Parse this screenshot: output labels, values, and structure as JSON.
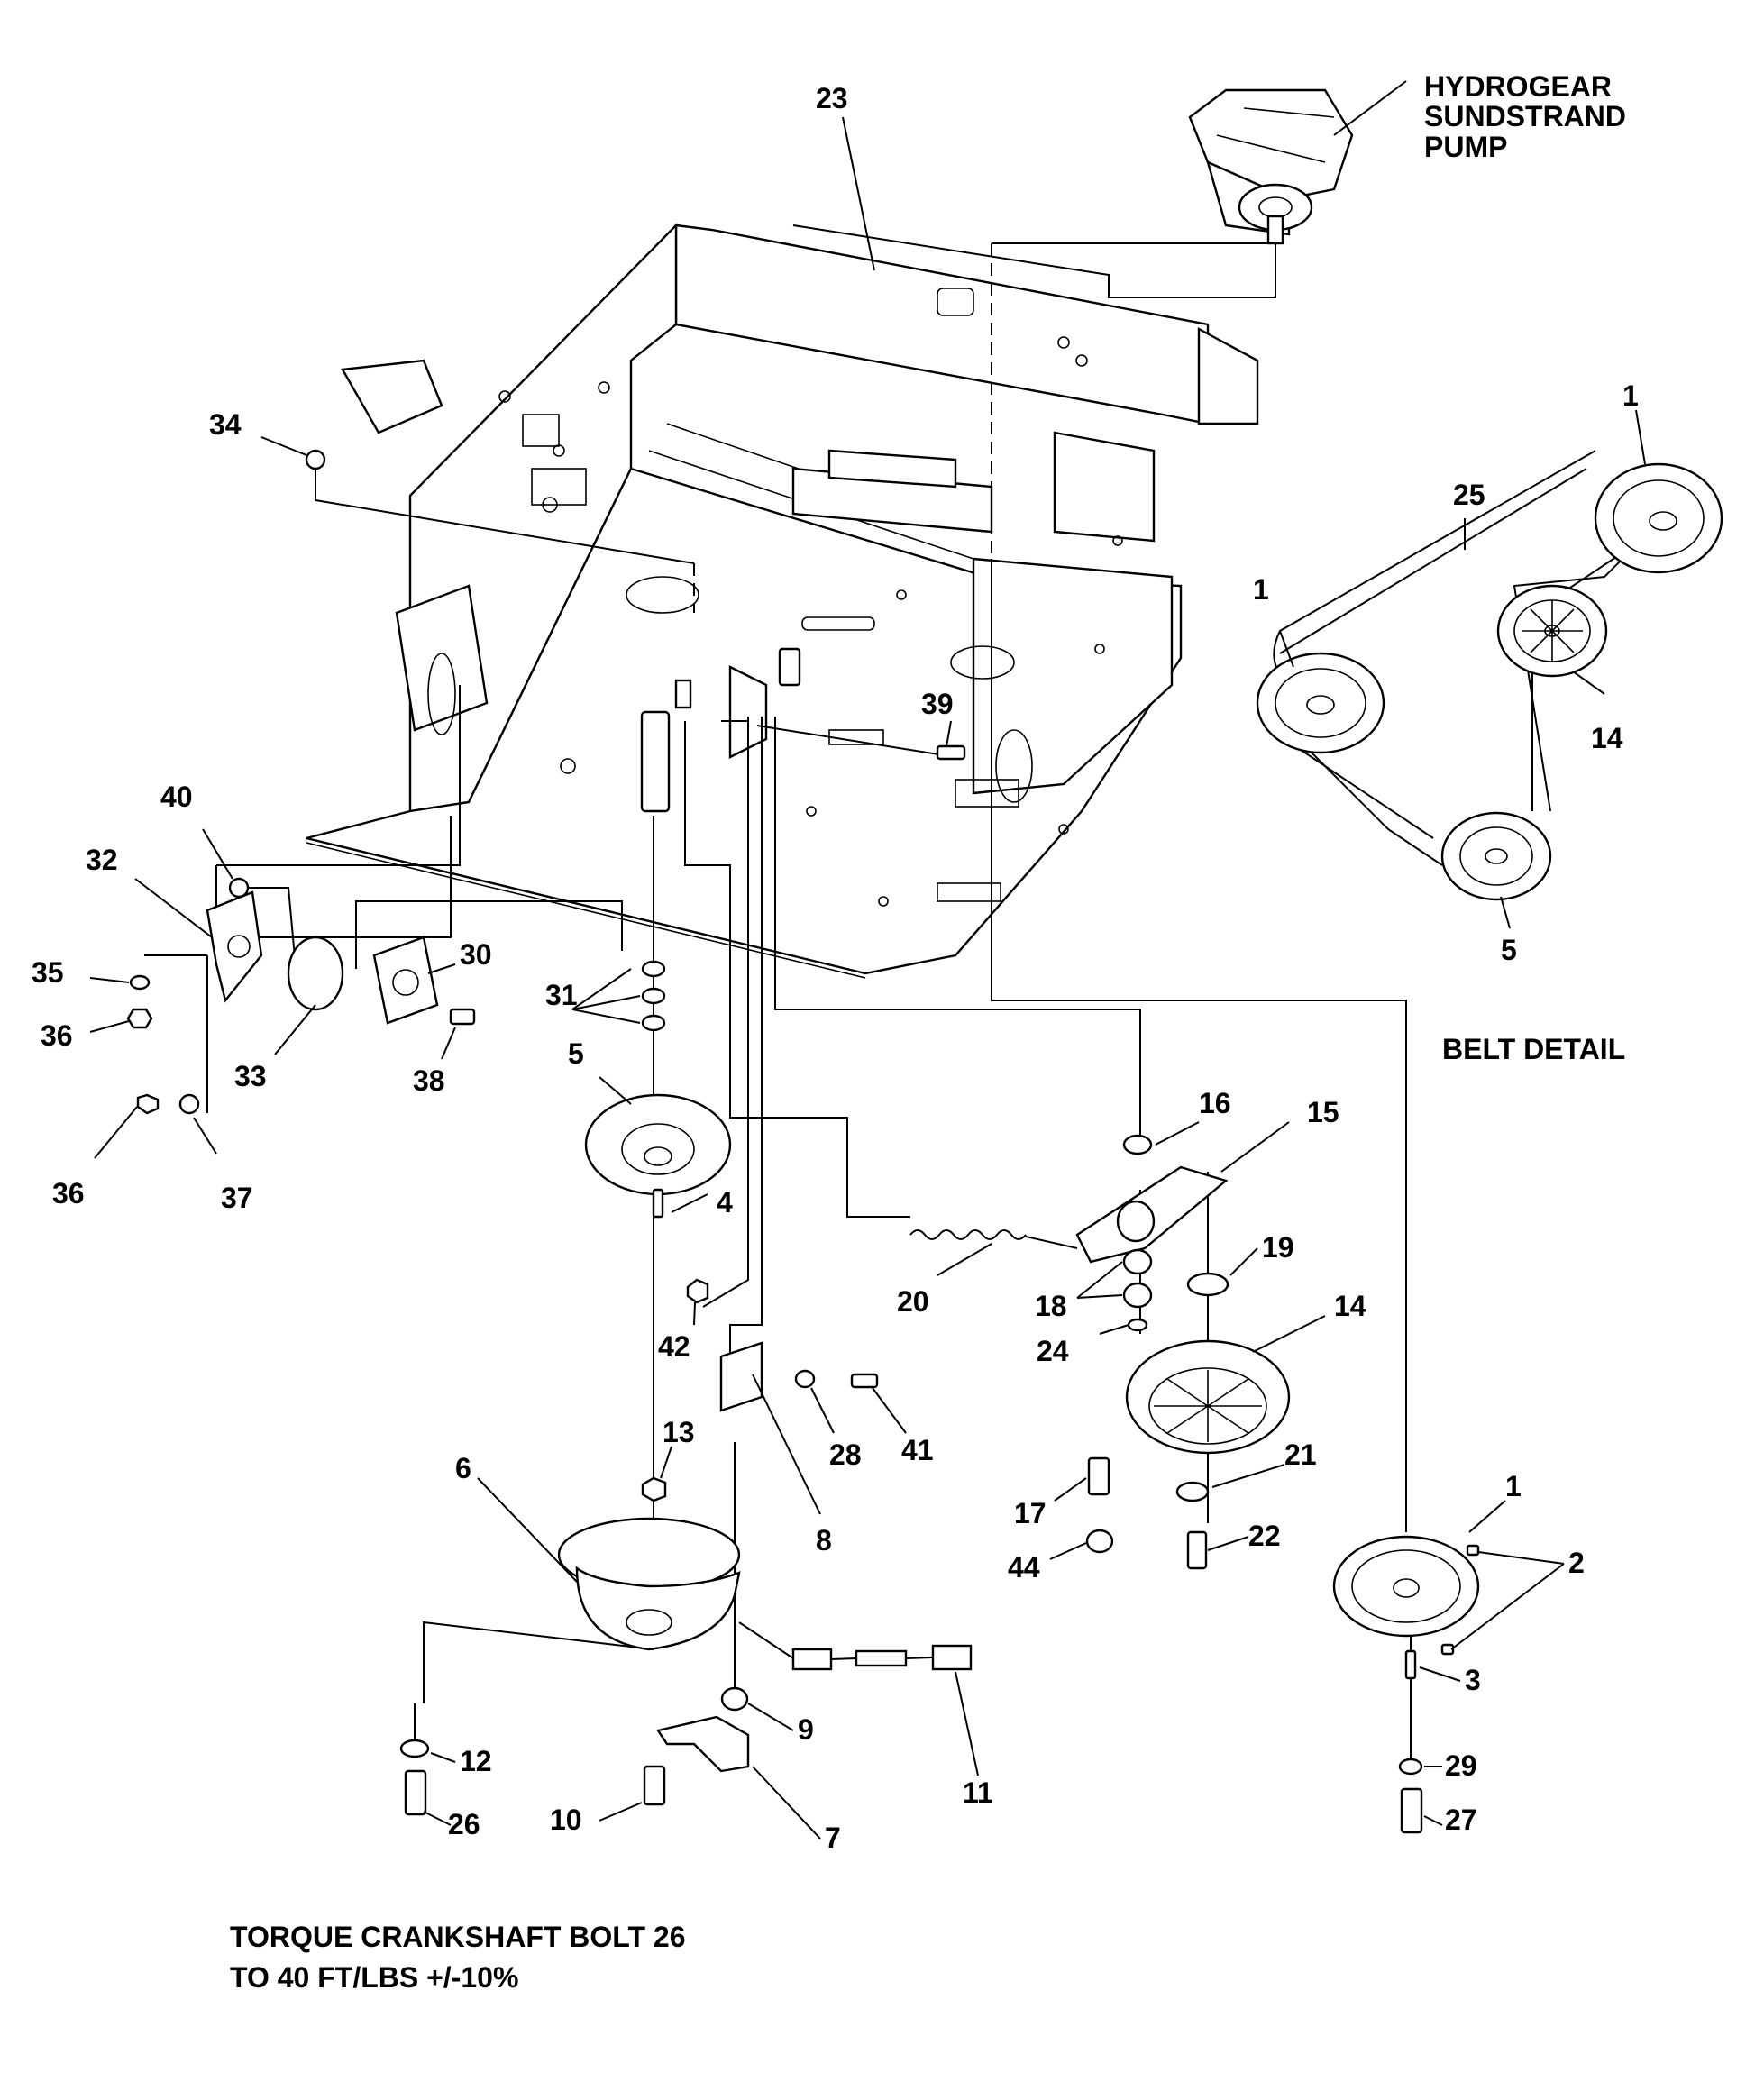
{
  "title_lines": [
    "HYDROGEAR",
    "SUNDSTRAND",
    "PUMP"
  ],
  "belt_detail_title": "BELT DETAIL",
  "torque_note": [
    "TORQUE CRANKSHAFT BOLT 26",
    "TO 40 FT/LBS +/-10%"
  ],
  "callouts": {
    "c23": "23",
    "c34": "34",
    "c1a": "1",
    "c25": "25",
    "c1b": "1",
    "c14a": "14",
    "c5a": "5",
    "c39": "39",
    "c40": "40",
    "c32": "32",
    "c30": "30",
    "c35": "35",
    "c36a": "36",
    "c33": "33",
    "c38": "38",
    "c31": "31",
    "c5b": "5",
    "c36b": "36",
    "c37": "37",
    "c16": "16",
    "c15": "15",
    "c4": "4",
    "c19": "19",
    "c20": "20",
    "c18": "18",
    "c14b": "14",
    "c24": "24",
    "c42": "42",
    "c28": "28",
    "c41": "41",
    "c13": "13",
    "c21": "21",
    "c6": "6",
    "c17": "17",
    "c22": "22",
    "c1c": "1",
    "c8": "8",
    "c44": "44",
    "c2": "2",
    "c3": "3",
    "c9": "9",
    "c12": "12",
    "c11": "11",
    "c29": "29",
    "c26": "26",
    "c10": "10",
    "c7": "7",
    "c27": "27"
  }
}
